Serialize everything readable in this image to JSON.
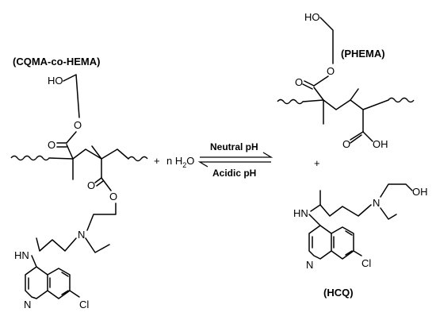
{
  "reactant": {
    "label": "(CQMA-co-HEMA)",
    "atoms": {
      "hydroxyl": "HO",
      "ester1_o": "O",
      "ester1_carbonyl_o": "O",
      "ester2_o": "O",
      "ester2_carbonyl_o": "O",
      "amine_n": "N",
      "amino_nh": "HN",
      "ring_n": "N",
      "chloro": "Cl"
    }
  },
  "reagent": {
    "plus": "+",
    "water_prefix": "n H",
    "water_sub": "2",
    "water_suffix": "O"
  },
  "conditions": {
    "forward": "Neutral pH",
    "reverse": "Acidic pH"
  },
  "product1": {
    "label": "(PHEMA)",
    "atoms": {
      "hydroxyl": "HO",
      "ester_o": "O",
      "ester_carbonyl_o": "O",
      "acid_carbonyl_o": "O",
      "acid_oh": "OH"
    }
  },
  "product_plus": "+",
  "product2": {
    "label": "(HCQ)",
    "atoms": {
      "amine_n": "N",
      "hydroxyl": "OH",
      "amino_nh": "HN",
      "ring_n": "N",
      "chloro": "Cl"
    }
  }
}
